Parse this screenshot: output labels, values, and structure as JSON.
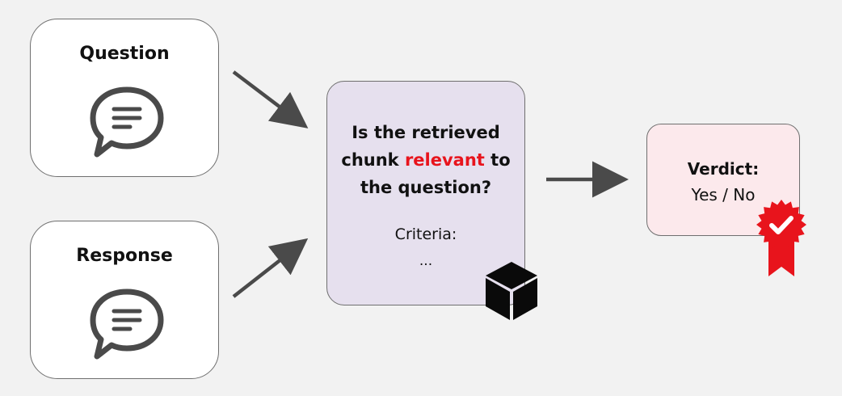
{
  "question": {
    "title": "Question",
    "icon": "speech-bubble-icon"
  },
  "response": {
    "title": "Response",
    "icon": "speech-bubble-icon"
  },
  "judge": {
    "question_part1": "Is the retrieved",
    "question_part2": "chunk ",
    "question_highlight": "relevant",
    "question_part3": " to",
    "question_part4": "the question?",
    "criteria_label": "Criteria:",
    "criteria_placeholder": "...",
    "icon": "cube-icon"
  },
  "verdict": {
    "title": "Verdict:",
    "value": "Yes / No",
    "icon": "award-badge-icon"
  },
  "colors": {
    "accent": "#e8141c",
    "judge_bg": "#e6e0ee",
    "verdict_bg": "#fce9ec",
    "arrow": "#4a4a4a"
  }
}
